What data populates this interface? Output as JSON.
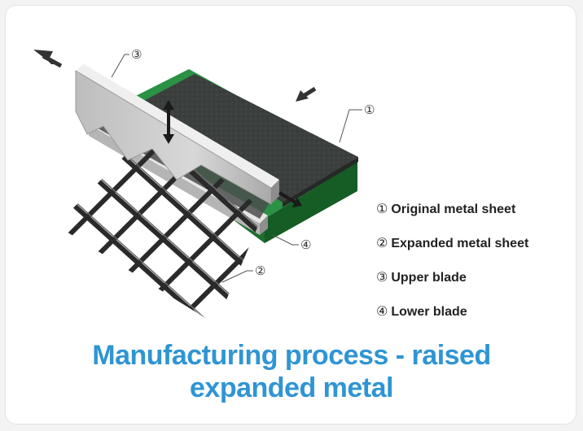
{
  "diagram": {
    "callouts": [
      {
        "id": "1",
        "marker": "①"
      },
      {
        "id": "2",
        "marker": "②"
      },
      {
        "id": "3",
        "marker": "③"
      },
      {
        "id": "4",
        "marker": "④"
      }
    ],
    "legend": [
      {
        "marker": "①",
        "label": "Original metal sheet"
      },
      {
        "marker": "②",
        "label": "Expanded metal sheet"
      },
      {
        "marker": "③",
        "label": "Upper blade"
      },
      {
        "marker": "④",
        "label": "Lower blade"
      }
    ],
    "caption_line1": "Manufacturing process - raised",
    "caption_line2": "expanded metal"
  },
  "colors": {
    "caption": "#2f95d4",
    "base_green": "#1f7a32",
    "sheet": "#3b3f3e",
    "blade": "#c9c9c9",
    "mesh": "#2a2a2a"
  }
}
